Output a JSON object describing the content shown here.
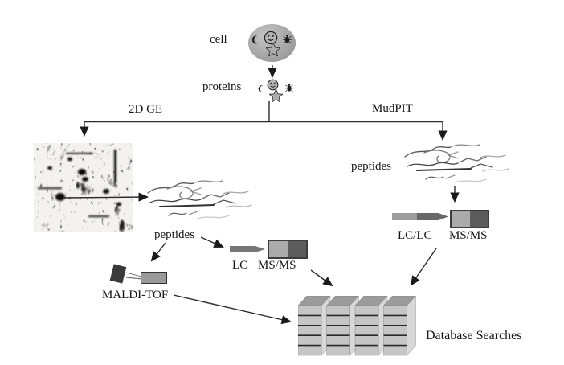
{
  "diagram": {
    "title": "proteomics workflow",
    "cell_label": "cell",
    "proteins_label": "proteins",
    "branch_left_label": "2D GE",
    "branch_right_label": "MudPIT",
    "peptides_left_label": "peptides",
    "peptides_right_label": "peptides",
    "lc_label": "LC",
    "msms_left_label": "MS/MS",
    "lclc_label": "LC/LC",
    "msms_right_label": "MS/MS",
    "maldi_label": "MALDI-TOF",
    "database_label": "Database Searches"
  },
  "icons": [
    "moon-icon",
    "smiley-icon",
    "star-icon",
    "bug-icon",
    "gel-image",
    "peptide-squiggles-icon",
    "lc-column-icon",
    "lclc-column-icon",
    "msms-box-icon",
    "maldi-device-icon",
    "database-stack-icon"
  ],
  "colors": {
    "background": "#ffffff",
    "cell_fill": "#a8a8a8",
    "line": "#222222",
    "lc_bar": "#767676",
    "lclc_light": "#9d9d9d",
    "lclc_dark": "#676767",
    "msms_left_half": "#ababab",
    "msms_right_half": "#5c5c5c",
    "db_front": "#c6c6c6",
    "db_top": "#9b9b9b",
    "db_side": "#d8d8d8",
    "text": "#151515"
  }
}
